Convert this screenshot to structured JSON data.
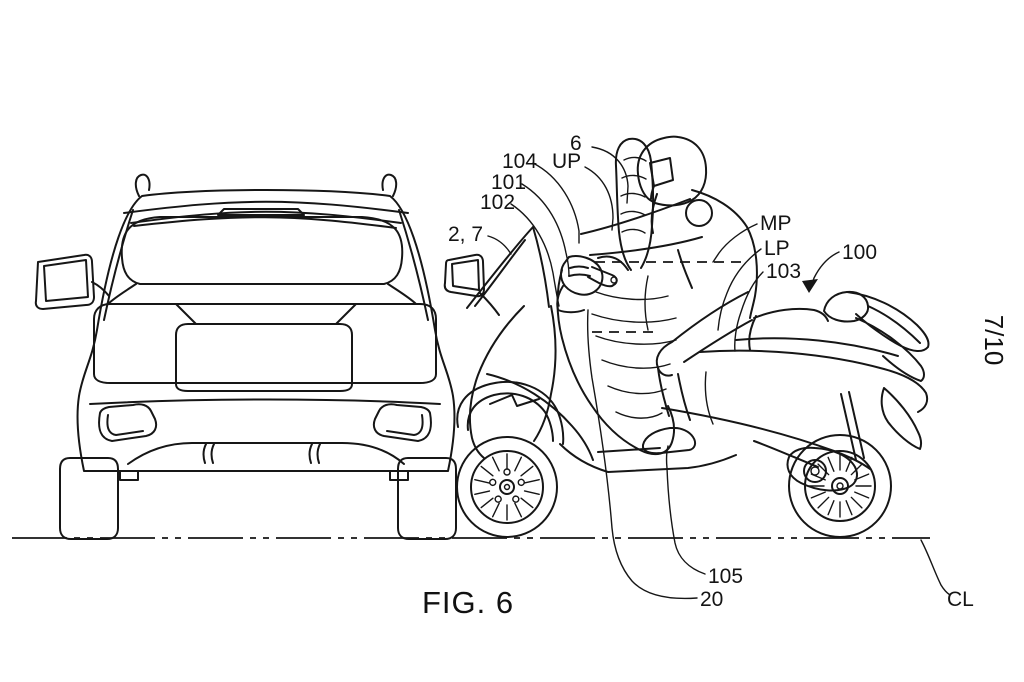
{
  "figure": {
    "title": "FIG. 6",
    "page_number": "7/10"
  },
  "reference_labels": {
    "r6": "6",
    "r104": "104",
    "up": "UP",
    "r101": "101",
    "r102": "102",
    "r27": "2, 7",
    "mp": "MP",
    "lp": "LP",
    "r103": "103",
    "r100": "100",
    "r105": "105",
    "r20": "20",
    "cl": "CL"
  },
  "colors": {
    "line": "#161616",
    "background": "#ffffff"
  }
}
